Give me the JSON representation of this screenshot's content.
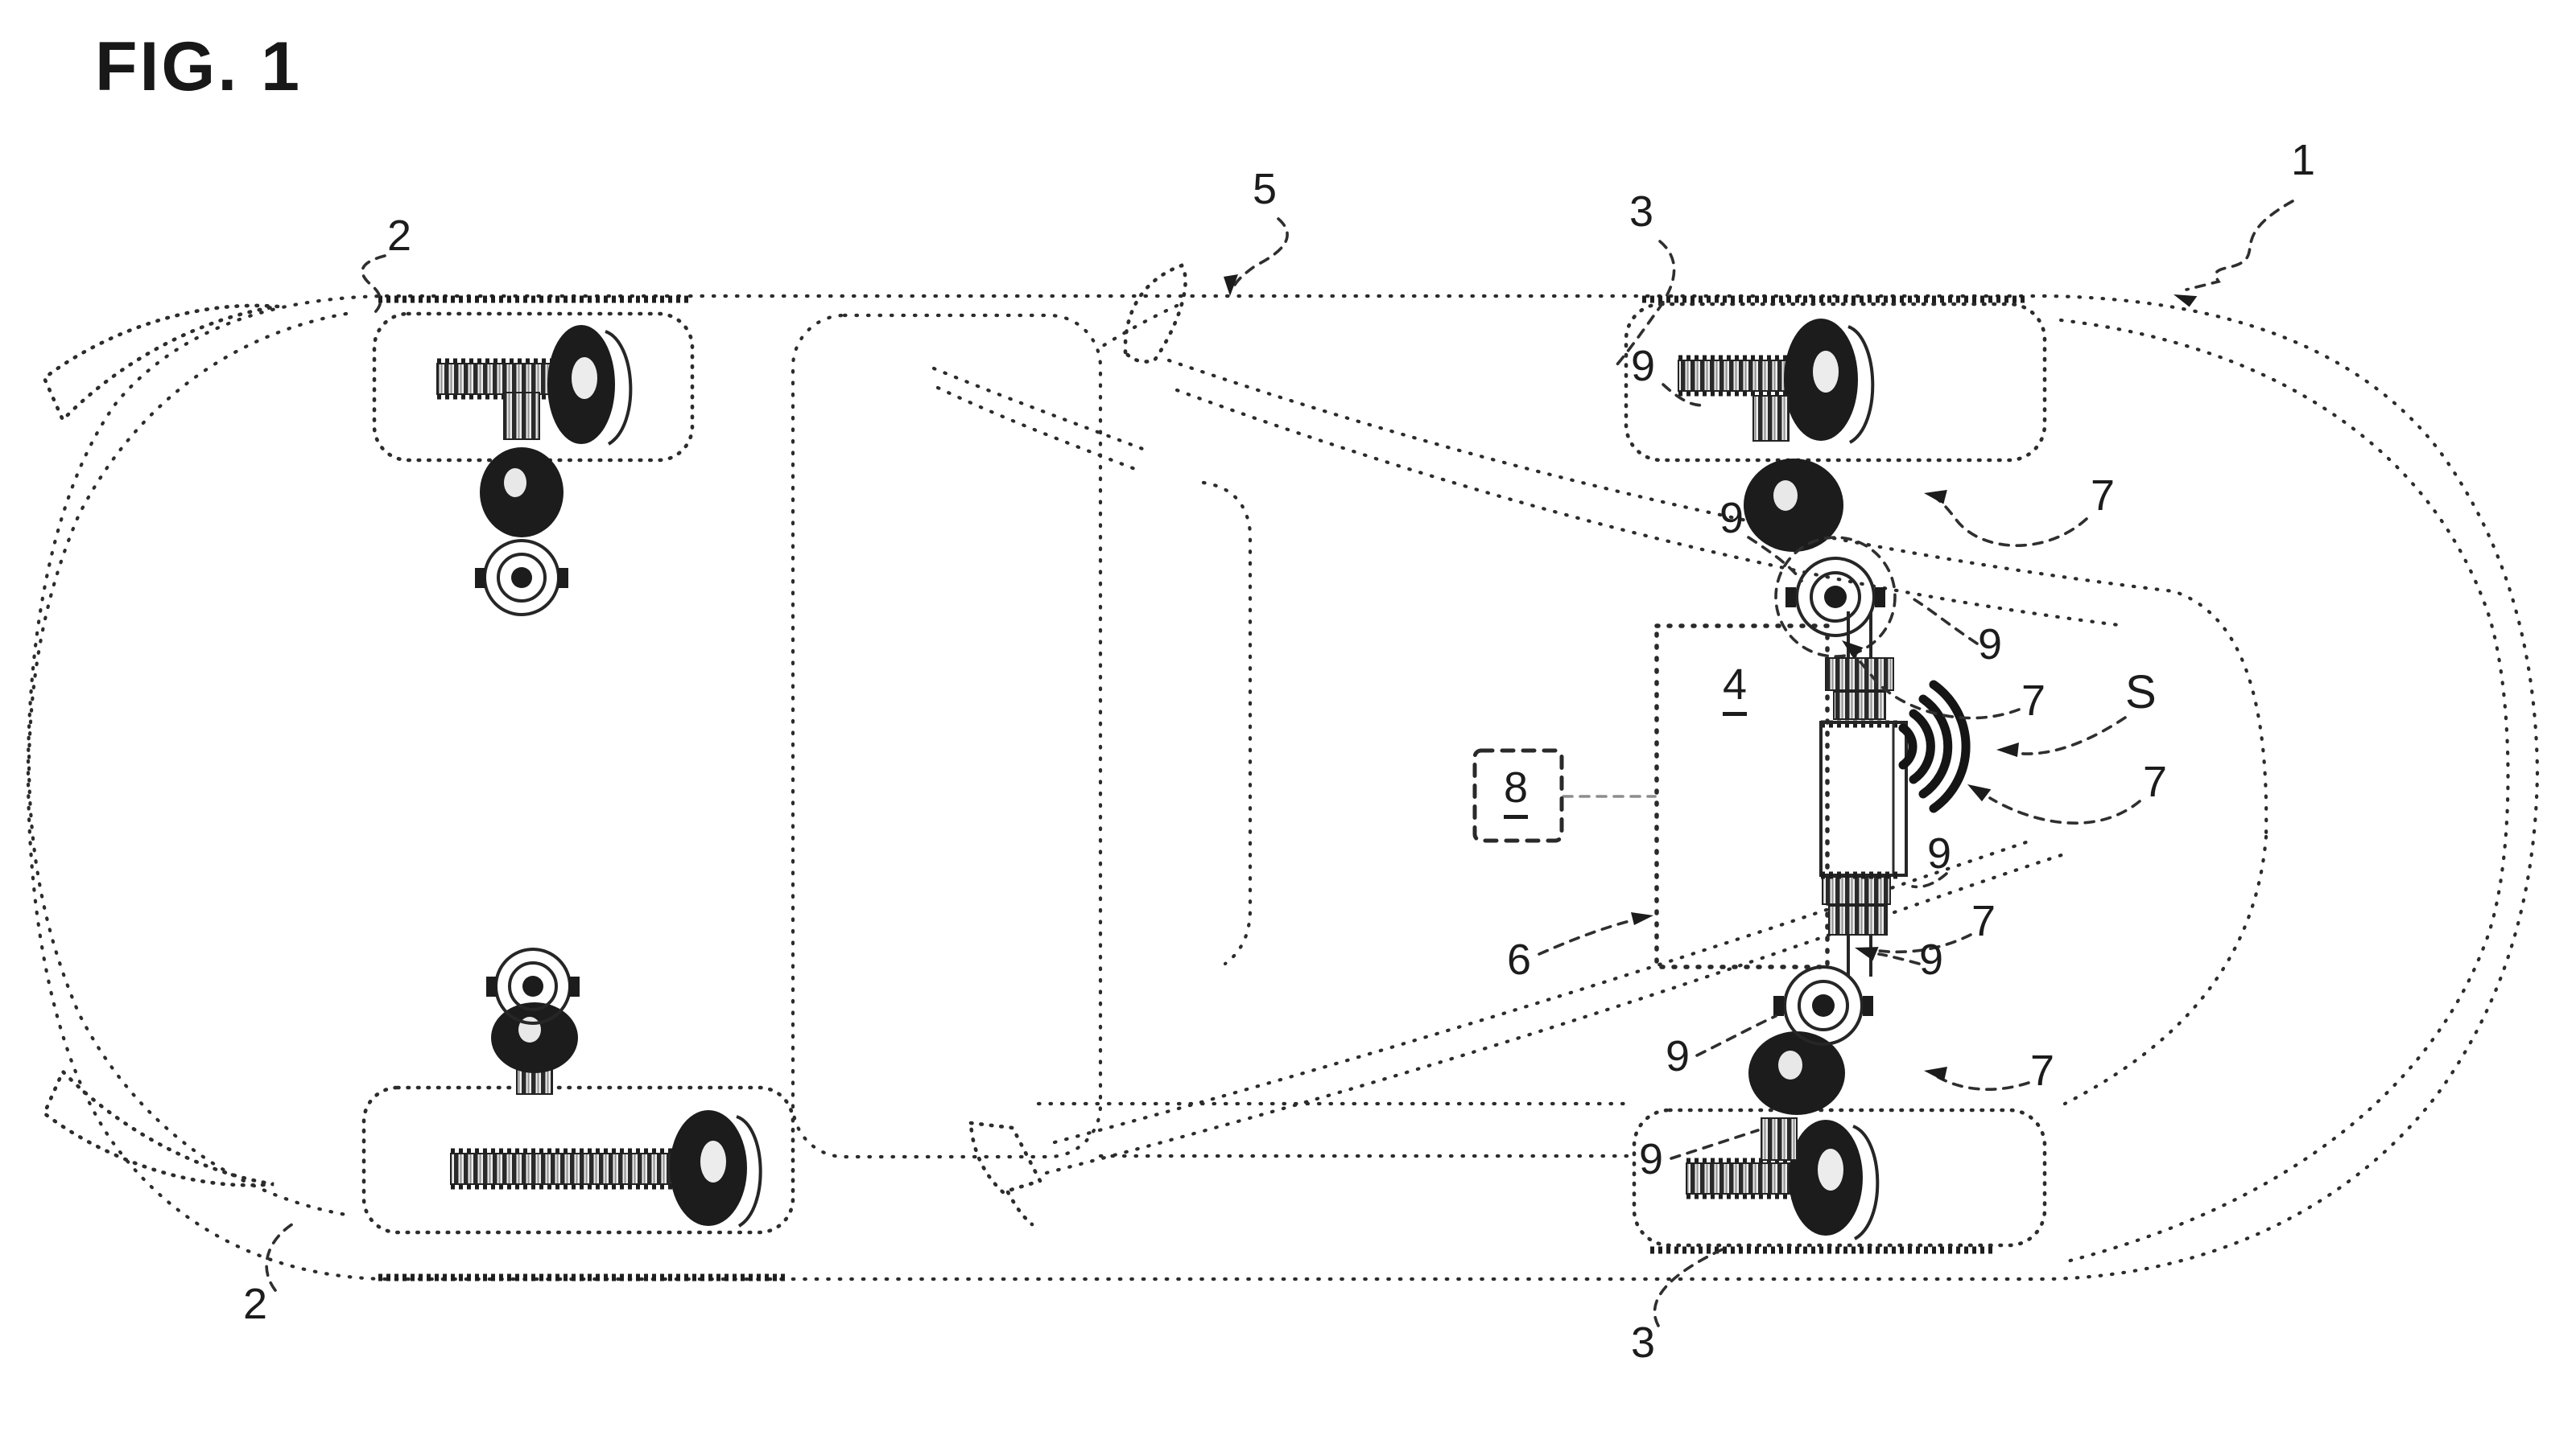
{
  "figure": {
    "title": "FIG. 1",
    "type": "patent-top-view-vehicle-drawing"
  },
  "labels": {
    "l1": "1",
    "l2_top": "2",
    "l2_bottom": "2",
    "l3_top": "3",
    "l3_bottom": "3",
    "l4": "4",
    "l5": "5",
    "l6": "6",
    "l8": "8",
    "s": "S",
    "l7_a": "7",
    "l7_b": "7",
    "l7_c": "7",
    "l7_d": "7",
    "l7_e": "7",
    "l9_a": "9",
    "l9_b": "9",
    "l9_c": "9",
    "l9_d": "9",
    "l9_e": "9",
    "l9_f": "9",
    "l9_g": "9"
  },
  "colors": {
    "ink": "#1c1c1c",
    "background": "#ffffff"
  }
}
